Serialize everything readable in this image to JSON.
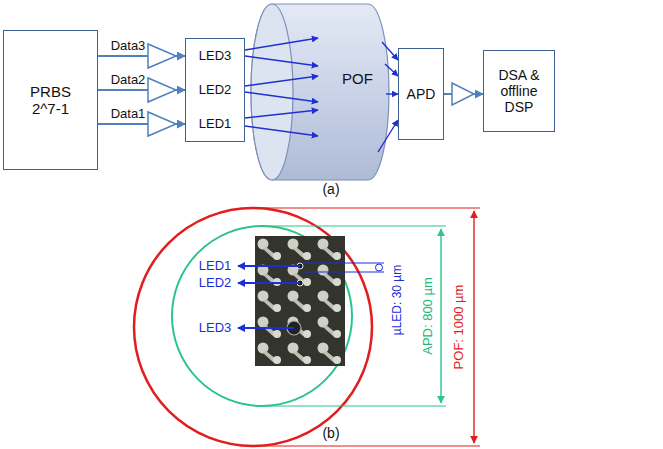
{
  "diagram": {
    "nodes": [
      {
        "text": [
          "PRBS 2^7-1"
        ]
      },
      {
        "text": [
          "LED3",
          "LED2",
          "LED1"
        ]
      },
      {
        "text": [
          "POF"
        ]
      },
      {
        "text": [
          "APD"
        ]
      },
      {
        "text": [
          "DSA & offline DSP"
        ]
      }
    ],
    "edges": [
      {
        "from": 0,
        "to": 1,
        "label": "Data3",
        "arrow": "to"
      },
      {
        "from": 0,
        "to": 1,
        "label": "Data2",
        "arrow": "to"
      },
      {
        "from": 0,
        "to": 1,
        "label": "Data1",
        "arrow": "to"
      },
      {
        "from": 1,
        "to": 2,
        "arrow": "to"
      },
      {
        "from": 1,
        "to": 2,
        "arrow": "to"
      },
      {
        "from": 1,
        "to": 2,
        "arrow": "to"
      },
      {
        "from": 1,
        "to": 2,
        "arrow": "to"
      },
      {
        "from": 1,
        "to": 2,
        "arrow": "to"
      },
      {
        "from": 1,
        "to": 2,
        "arrow": "to"
      },
      {
        "from": 2,
        "to": 3,
        "arrow": "to"
      },
      {
        "from": 2,
        "to": 3,
        "arrow": "to"
      },
      {
        "from": 2,
        "to": 3,
        "arrow": "to"
      },
      {
        "from": 2,
        "to": 3,
        "arrow": "to"
      },
      {
        "from": 3,
        "to": 4,
        "arrow": "to"
      }
    ],
    "labels": [
      "(a)",
      "LED1",
      "LED2",
      "LED3",
      "µLED: 30 µm",
      "APD: 800 µm",
      "POF: 1000 µm",
      "(b)"
    ]
  }
}
